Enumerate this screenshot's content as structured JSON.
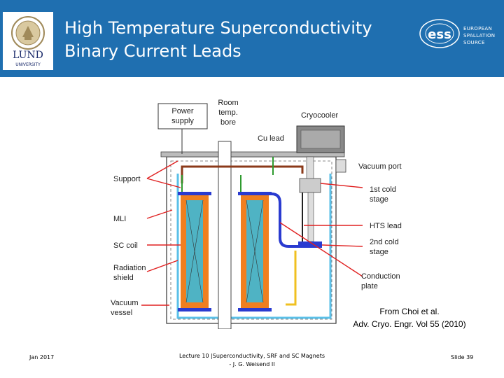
{
  "header": {
    "title_line1": "High Temperature Superconductivity",
    "title_line2": "Binary Current Leads",
    "lund_logo_text": "LUND",
    "lund_logo_subtext": "UNIVERSITY",
    "ess_logo_text": "ess",
    "ess_org_line1": "EUROPEAN",
    "ess_org_line2": "SPALLATION",
    "ess_org_line3": "SOURCE",
    "header_color": "#1f6fb0"
  },
  "diagram": {
    "labels": {
      "power_supply_1": "Power",
      "power_supply_2": "supply",
      "room_temp_1": "Room",
      "room_temp_2": "temp.",
      "room_temp_3": "bore",
      "cryocooler": "Cryocooler",
      "cu_lead": "Cu lead",
      "vacuum_port": "Vacuum port",
      "support": "Support",
      "first_stage_1": "1st cold",
      "first_stage_2": "stage",
      "mli": "MLI",
      "hts_lead": "HTS lead",
      "sc_coil": "SC coil",
      "second_stage_1": "2nd cold",
      "second_stage_2": "stage",
      "radiation_1": "Radiation",
      "radiation_2": "shield",
      "conduction_1": "Conduction",
      "conduction_2": "plate",
      "vacuum_1": "Vacuum",
      "vacuum_2": "vessel"
    },
    "colors": {
      "cu_lead": "#8b3a1a",
      "shield": "#5bc0e8",
      "coil": "#f07f1f",
      "coil_core": "#4fb3c4",
      "plate": "#2a3bd0",
      "support": "#2e9a2e",
      "hts": "#f0c020",
      "arrow": "#e02020"
    }
  },
  "citation": {
    "line1": "From Choi et al.",
    "line2": "Adv. Cryo. Engr. Vol 55 (2010)"
  },
  "footer": {
    "date": "Jan 2017",
    "lecture_line1": "Lecture 10 |Superconductivity, SRF and SC Magnets",
    "lecture_line2": "- J. G. Weisend II",
    "slide": "Slide 39"
  }
}
